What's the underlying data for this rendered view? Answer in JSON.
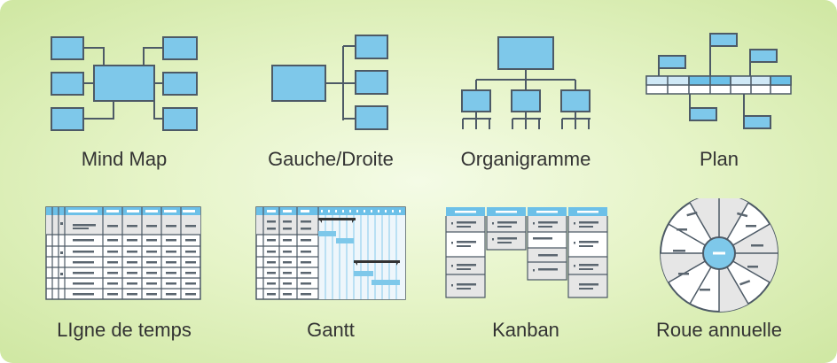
{
  "colors": {
    "box_fill": "#7ec8ea",
    "box_stroke": "#4d5a66",
    "header_fill": "#6cc0e8",
    "row_gray": "#e6e6e6",
    "line_gray": "#5b6670",
    "gantt_bar": "#7ec8ea"
  },
  "templates": [
    {
      "id": "mind-map",
      "label": "Mind Map",
      "icon": "mind-map-icon"
    },
    {
      "id": "left-right",
      "label": "Gauche/Droite",
      "icon": "left-right-tree-icon"
    },
    {
      "id": "org-chart",
      "label": "Organigramme",
      "icon": "org-chart-icon"
    },
    {
      "id": "plan",
      "label": "Plan",
      "icon": "plan-icon"
    },
    {
      "id": "timeline",
      "label": "LIgne de temps",
      "icon": "timeline-table-icon"
    },
    {
      "id": "gantt",
      "label": "Gantt",
      "icon": "gantt-chart-icon"
    },
    {
      "id": "kanban",
      "label": "Kanban",
      "icon": "kanban-board-icon"
    },
    {
      "id": "annual-wheel",
      "label": "Roue annuelle",
      "icon": "annual-wheel-icon"
    }
  ]
}
